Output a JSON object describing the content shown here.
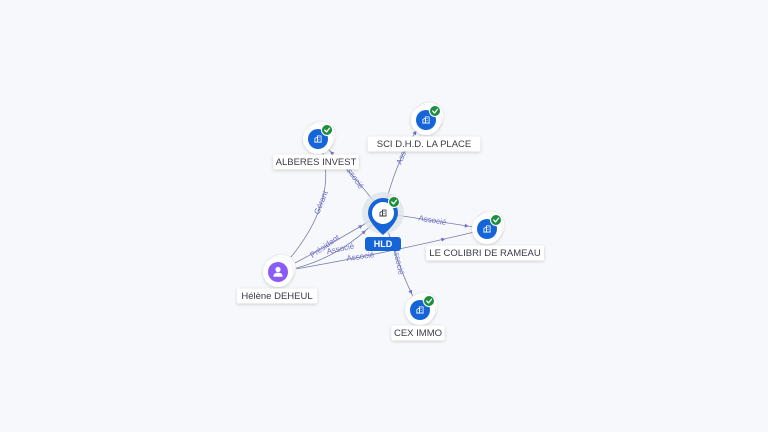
{
  "colors": {
    "background": "#f6f8fb",
    "company": "#1565d8",
    "person": "#8a5cf5",
    "verified": "#1e8e3e",
    "edge": "#7b7fa8",
    "edge_label": "#6d6fc5",
    "label_bg": "#ffffff",
    "center_label_bg": "#1565d8"
  },
  "icons": {
    "company": "building-icon",
    "person": "user-icon",
    "verified": "check-badge-icon"
  },
  "graph": {
    "center": {
      "id": "hld",
      "label": "HLD",
      "kind": "company",
      "verified": true
    },
    "nodes": [
      {
        "id": "alberes",
        "label": "ALBERES INVEST",
        "kind": "company",
        "verified": true
      },
      {
        "id": "sci",
        "label": "SCI D.H.D. LA PLACE",
        "kind": "company",
        "verified": true
      },
      {
        "id": "colibri",
        "label": "LE COLIBRI DE RAMEAU",
        "kind": "company",
        "verified": true
      },
      {
        "id": "cex",
        "label": "CEX IMMO",
        "kind": "company",
        "verified": true
      },
      {
        "id": "helene",
        "label": "Hélène DEHEUL",
        "kind": "person",
        "verified": false
      }
    ],
    "edges": [
      {
        "from": "helene",
        "to": "hld",
        "label": "Président"
      },
      {
        "from": "helene",
        "to": "hld",
        "label": "Associé"
      },
      {
        "from": "helene",
        "to": "alberes",
        "label": "Gérant"
      },
      {
        "from": "helene",
        "to": "colibri",
        "label": "Associé"
      },
      {
        "from": "hld",
        "to": "alberes",
        "label": "Associé"
      },
      {
        "from": "hld",
        "to": "sci",
        "label": "Associé"
      },
      {
        "from": "hld",
        "to": "colibri",
        "label": "Associé"
      },
      {
        "from": "hld",
        "to": "cex",
        "label": "Associé"
      }
    ]
  }
}
